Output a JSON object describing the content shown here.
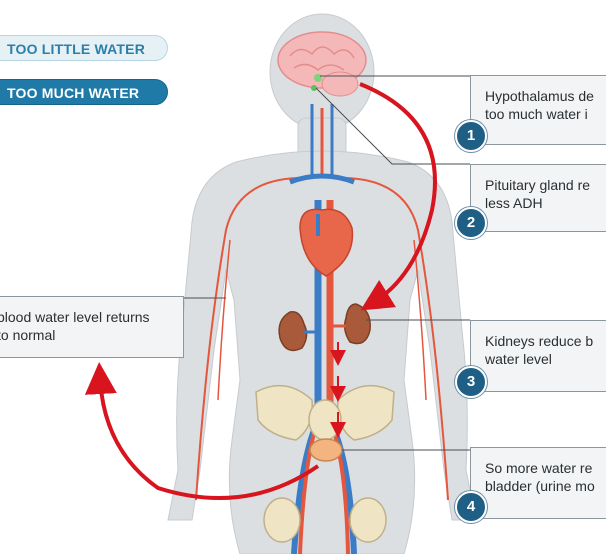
{
  "legend": {
    "too_little": "TOO LITTLE WATER",
    "too_much": "TOO MUCH WATER"
  },
  "steps": [
    {
      "number": "1",
      "line1": "Hypothalamus de",
      "line2": "too much water i"
    },
    {
      "number": "2",
      "line1": "Pituitary gland re",
      "line2": "less ADH"
    },
    {
      "number": "3",
      "line1": "Kidneys reduce b",
      "line2": "water level"
    },
    {
      "number": "4",
      "line1": "So more water re",
      "line2": "bladder (urine mo"
    }
  ],
  "result": {
    "line1": "blood water level returns",
    "line2": "to normal"
  },
  "colors": {
    "legend_dark": "#1f7aa8",
    "legend_light": "#e6f1f6",
    "arrow": "#d8141e",
    "artery": "#e4573e",
    "vein": "#3a7cc6",
    "body": "#dcdfe1",
    "step_badge": "#1f5f86"
  }
}
